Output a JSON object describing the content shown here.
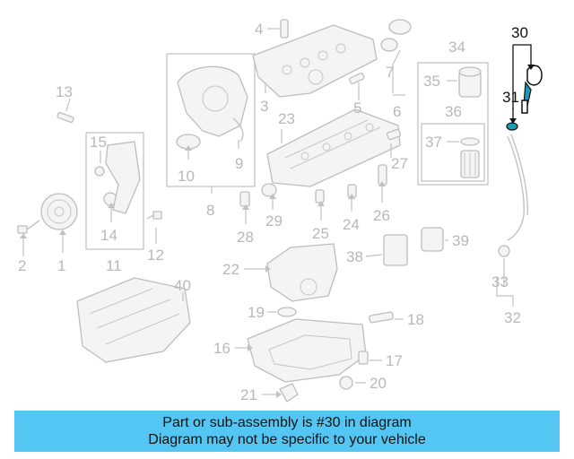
{
  "diagram": {
    "highlight_color": "#1e9ab5",
    "banner_color": "#54c6f3",
    "callouts": [
      "1",
      "2",
      "3",
      "4",
      "5",
      "6",
      "7",
      "8",
      "9",
      "10",
      "11",
      "12",
      "13",
      "14",
      "15",
      "16",
      "17",
      "18",
      "19",
      "20",
      "21",
      "22",
      "23",
      "24",
      "25",
      "26",
      "27",
      "28",
      "29",
      "30",
      "31",
      "32",
      "33",
      "34",
      "35",
      "36",
      "37",
      "38",
      "39",
      "40"
    ],
    "highlighted": [
      "30",
      "31"
    ]
  },
  "banner": {
    "line1": "Part or sub-assembly is #30 in diagram",
    "line2": "Diagram may not be specific to your vehicle"
  }
}
